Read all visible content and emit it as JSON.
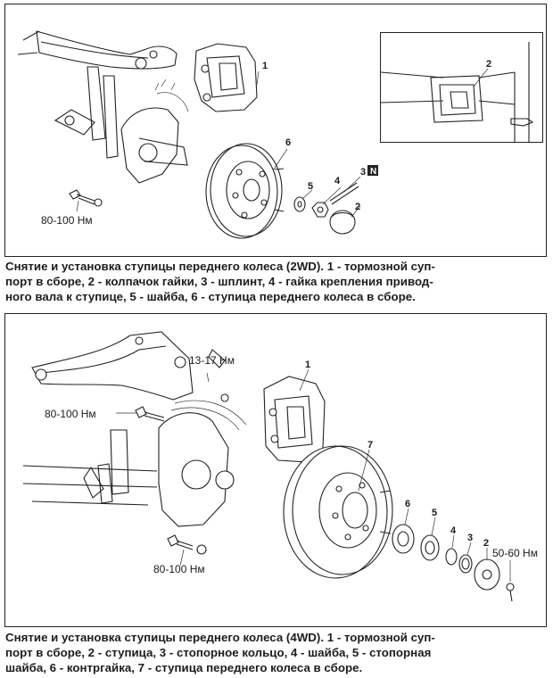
{
  "figures": [
    {
      "torque_labels": [
        "80-100 Нм"
      ],
      "callouts": [
        "1",
        "2",
        "3",
        "4",
        "5",
        "6"
      ],
      "inset_callouts": [
        "2"
      ],
      "badge": "N",
      "caption_lines": [
        "Снятие и установка ступицы переднего колеса (2WD). 1 - тормозной суп-",
        "порт в сборе, 2 - колпачок гайки, 3 - шплинт, 4 - гайка крепления привод-",
        "ного вала к ступице, 5 - шайба, 6 - ступица переднего колеса в сборе."
      ]
    },
    {
      "torque_labels": [
        "13-17 Нм",
        "80-100 Нм",
        "80-100 Нм",
        "50-60 Нм"
      ],
      "callouts": [
        "1",
        "7",
        "6",
        "5",
        "4",
        "3",
        "2"
      ],
      "caption_lines": [
        "Снятие и установка ступицы переднего колеса (4WD). 1 - тормозной суп-",
        "порт в сборе, 2 - ступица, 3 - стопорное кольцо, 4 - шайба, 5 - стопорная",
        "шайба, 6 - контргайка, 7 - ступица переднего колеса в сборе."
      ]
    }
  ]
}
